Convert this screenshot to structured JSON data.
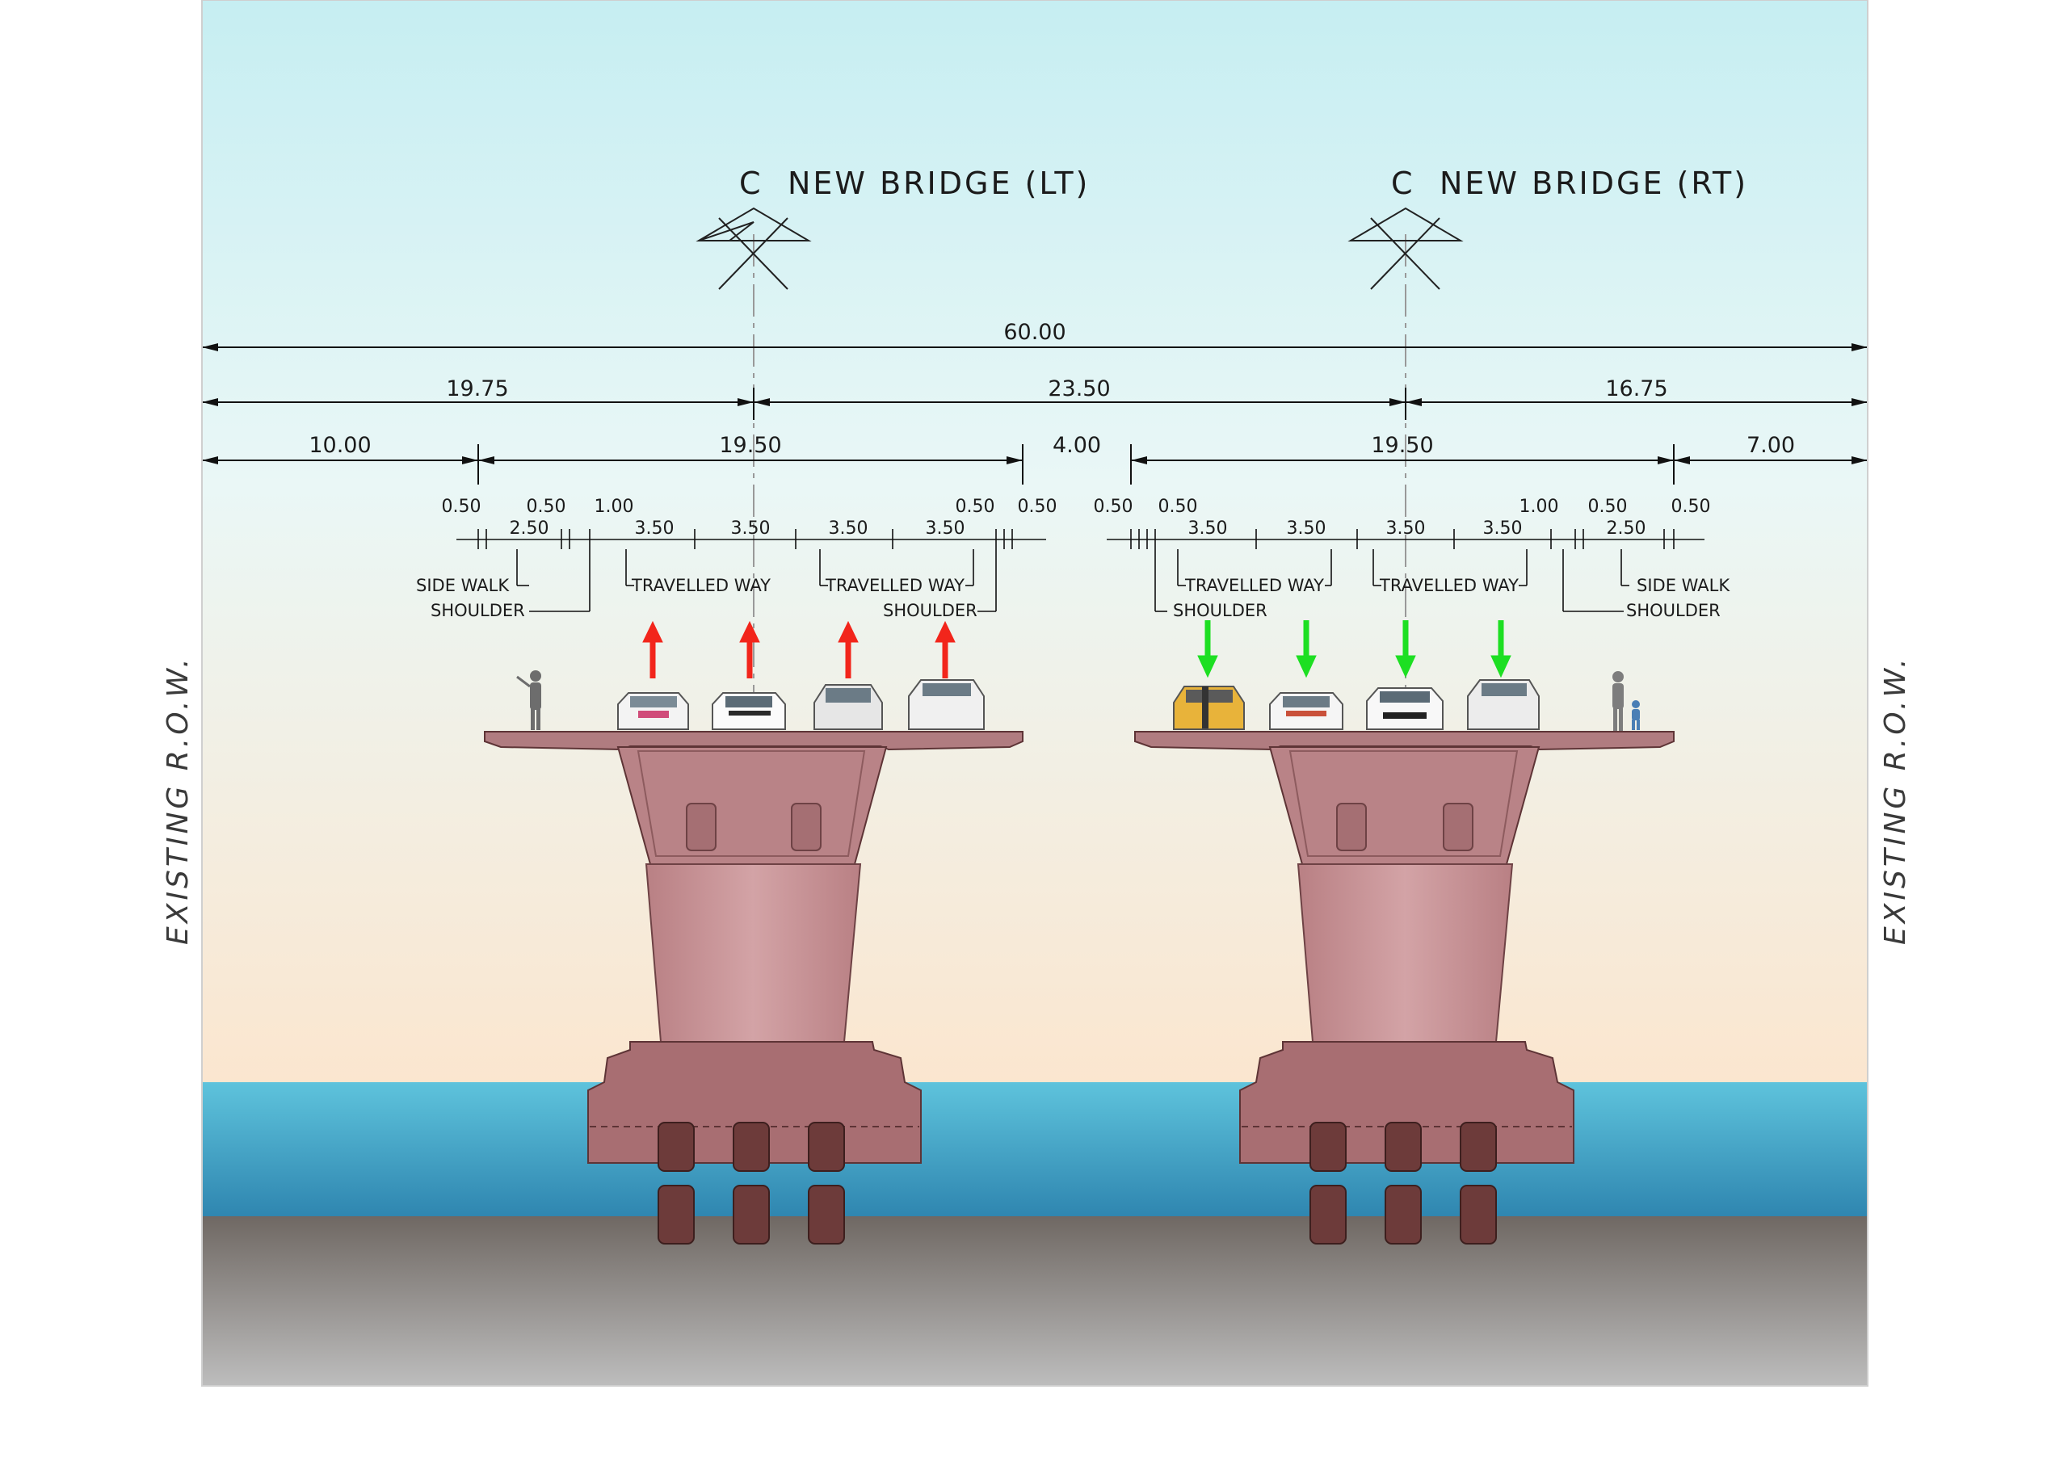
{
  "titles": {
    "left_cl": "NEW BRIDGE (LT)",
    "right_cl": "NEW BRIDGE (RT)",
    "cl_symbol": "C"
  },
  "row_labels": {
    "left": "EXISTING R.O.W.",
    "right": "EXISTING R.O.W."
  },
  "dims": {
    "total": "60.00",
    "row2": {
      "left": "19.75",
      "mid": "23.50",
      "right": "16.75"
    },
    "row3": {
      "a": "10.00",
      "b": "19.50",
      "c": "4.00",
      "d": "19.50",
      "e": "7.00"
    },
    "left_small_top": {
      "a": "0.50",
      "b": "0.50",
      "c": "1.00",
      "d": "0.50",
      "e": "0.50"
    },
    "left_small_bottom": {
      "a": "2.50",
      "b": "3.50",
      "c": "3.50",
      "d": "3.50",
      "e": "3.50"
    },
    "right_small_top": {
      "a": "0.50",
      "b": "0.50",
      "c": "1.00",
      "d": "0.50",
      "e": "0.50"
    },
    "right_small_bottom": {
      "a": "3.50",
      "b": "3.50",
      "c": "3.50",
      "d": "3.50",
      "e": "2.50"
    }
  },
  "labels": {
    "left": {
      "sidewalk": "SIDE WALK",
      "shoulder_l": "SHOULDER",
      "tw1": "TRAVELLED WAY",
      "tw2": "TRAVELLED WAY",
      "shoulder_r": "SHOULDER"
    },
    "right": {
      "tw1": "TRAVELLED WAY",
      "shoulder_l": "SHOULDER",
      "tw2": "TRAVELLED WAY",
      "sidewalk": "SIDE WALK",
      "shoulder_r": "SHOULDER"
    }
  },
  "colors": {
    "sky_top": "#c6eef2",
    "sky_bottom": "#fbe9d6",
    "water": "#4fb3cf",
    "water_deep": "#2c8bb2",
    "ground": "#8a8784",
    "pier": "#c59296",
    "pier_dark": "#8d5b5e",
    "pile": "#6d3b3a",
    "arrow_up": "#f2251b",
    "arrow_down": "#1ddf22"
  },
  "icons": {
    "vehicle": "car-icon",
    "person": "person-icon",
    "direction_up": "arrow-up-icon",
    "direction_down": "arrow-down-icon"
  }
}
